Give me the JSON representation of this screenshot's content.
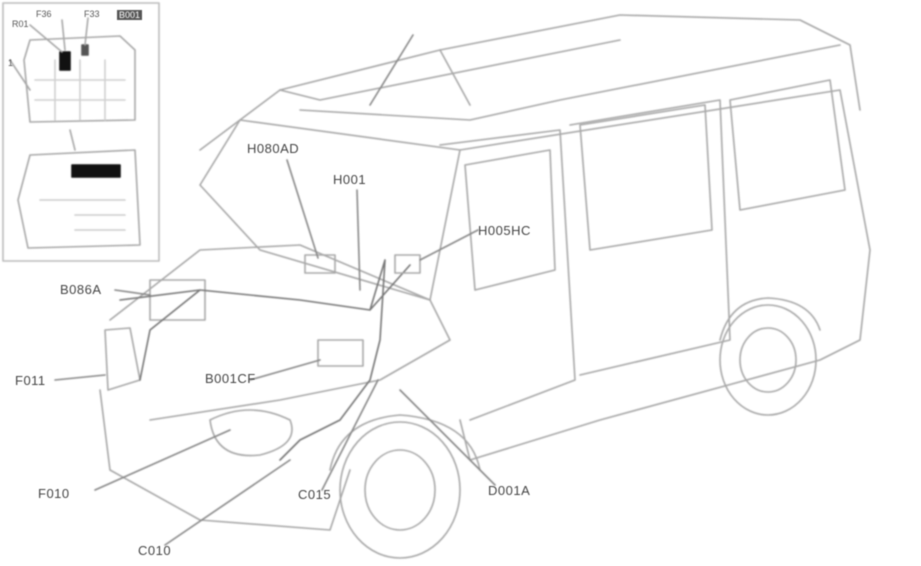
{
  "diagram": {
    "subject": "Van wiring component location diagram",
    "inset": {
      "labels": {
        "r01": "R01",
        "f36": "F36",
        "f33": "F33",
        "b001": "B001",
        "small": "1"
      }
    },
    "labels": {
      "h080ad": "H080AD",
      "h001": "H001",
      "h005hc": "H005HC",
      "b086a": "B086A",
      "f011": "F011",
      "b001cf": "B001CF",
      "f010": "F010",
      "c010": "C010",
      "c015": "C015",
      "d001a": "D001A"
    },
    "colors": {
      "line": "#9a9a9a",
      "text": "#444444",
      "highlight": "#111111"
    }
  }
}
